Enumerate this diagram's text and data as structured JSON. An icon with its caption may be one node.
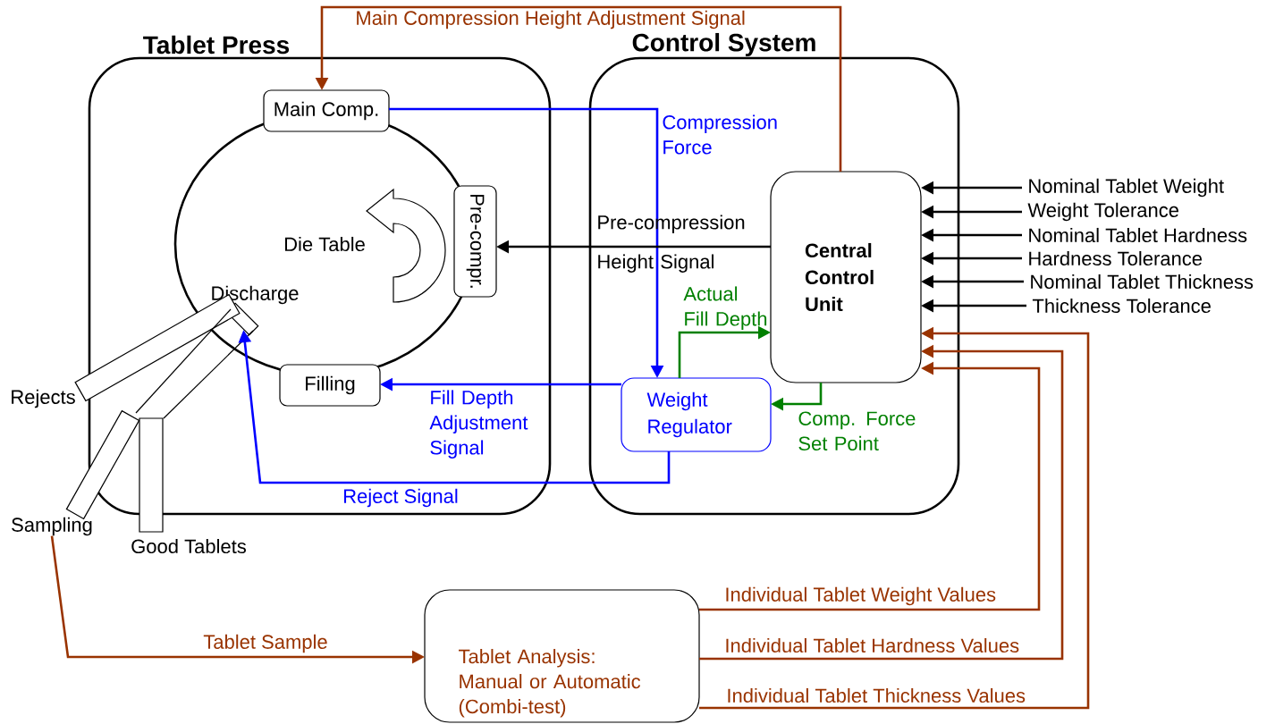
{
  "diagram": {
    "nodes": [
      {
        "text": [
          "Tablet Press"
        ]
      },
      {
        "text": [
          "Control System"
        ]
      },
      {
        "text": [
          "Main Comp."
        ],
        "in": 0
      },
      {
        "text": [
          "Die Table"
        ],
        "in": 0
      },
      {
        "text": [
          "Pre-compr."
        ],
        "in": 0
      },
      {
        "text": [
          "Filling"
        ],
        "in": 0
      },
      {
        "text": [
          "Discharge"
        ],
        "in": 3
      },
      {
        "text": [
          "Rejects"
        ]
      },
      {
        "text": [
          "Sampling"
        ]
      },
      {
        "text": [
          "Good Tablets"
        ]
      },
      {
        "text": [
          "Central Control Unit"
        ],
        "in": 1
      },
      {
        "text": [
          "Weight Regulator"
        ],
        "in": 1
      },
      {
        "text": [
          "Nominal Tablet Weight"
        ]
      },
      {
        "text": [
          "Weight Tolerance"
        ]
      },
      {
        "text": [
          "Nominal Tablet Hardness"
        ]
      },
      {
        "text": [
          "Hardness Tolerance"
        ]
      },
      {
        "text": [
          "Nominal Tablet Thickness"
        ]
      },
      {
        "text": [
          "Thickness Tolerance"
        ]
      },
      {
        "text": [
          "Tablet Analysis: Manual or Automatic (Combi-test)"
        ]
      },
      {
        "text": [],
        "shape": "arrow",
        "in": 3
      }
    ],
    "edges": [
      {
        "from": 10,
        "to": 2,
        "arrow": "to",
        "label": "Main Compression Height Adjustment Signal",
        "color": "#993300"
      },
      {
        "from": 2,
        "to": 11,
        "arrow": "to",
        "label": "Compression Force",
        "color": "#0000ff"
      },
      {
        "from": 10,
        "to": 4,
        "arrow": "to",
        "label": "Pre-compression Height Signal"
      },
      {
        "from": 11,
        "to": 5,
        "arrow": "to",
        "label": "Fill Depth Adjustment Signal",
        "color": "#0000ff"
      },
      {
        "from": 11,
        "to": 6,
        "arrow": "to",
        "label": "Reject Signal",
        "color": "#0000ff"
      },
      {
        "from": 11,
        "to": 10,
        "arrow": "to",
        "label": "Actual Fill Depth",
        "color": "#008000"
      },
      {
        "from": 10,
        "to": 11,
        "arrow": "to",
        "label": "Comp. Force Set Point",
        "color": "#008000"
      },
      {
        "from": 12,
        "to": 10,
        "arrow": "to"
      },
      {
        "from": 13,
        "to": 10,
        "arrow": "to"
      },
      {
        "from": 14,
        "to": 10,
        "arrow": "to"
      },
      {
        "from": 15,
        "to": 10,
        "arrow": "to"
      },
      {
        "from": 16,
        "to": 10,
        "arrow": "to"
      },
      {
        "from": 17,
        "to": 10,
        "arrow": "to"
      },
      {
        "from": 8,
        "to": 18,
        "arrow": "to",
        "label": "Tablet Sample",
        "color": "#993300"
      },
      {
        "from": 18,
        "to": 10,
        "arrow": "to",
        "label": "Individual Tablet Weight Values",
        "color": "#993300"
      },
      {
        "from": 18,
        "to": 10,
        "arrow": "to",
        "label": "Individual Tablet Hardness Values",
        "color": "#993300"
      },
      {
        "from": 18,
        "to": 10,
        "arrow": "to",
        "label": "Individual Tablet Thickness Values",
        "color": "#993300"
      }
    ]
  }
}
